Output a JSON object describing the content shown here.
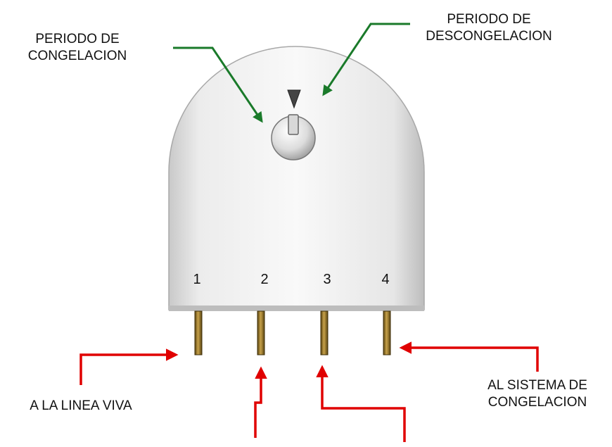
{
  "labels": {
    "freeze_period": [
      "PERIODO DE",
      "CONGELACION"
    ],
    "defrost_period": [
      "PERIODO DE",
      "DESCONGELACION"
    ],
    "live_line": "A LA LINEA VIVA",
    "freeze_system": [
      "AL SISTEMA DE",
      "CONGELACION"
    ]
  },
  "terminals": [
    "1",
    "2",
    "3",
    "4"
  ],
  "colors": {
    "green_arrow": "#1a7a2a",
    "red_arrow": "#e00000",
    "body_fill": "#f2f2f2",
    "pin": "#8a6a1e"
  },
  "icons": {
    "knob": "dial-knob-icon",
    "indicator": "triangle-pointer-icon"
  }
}
